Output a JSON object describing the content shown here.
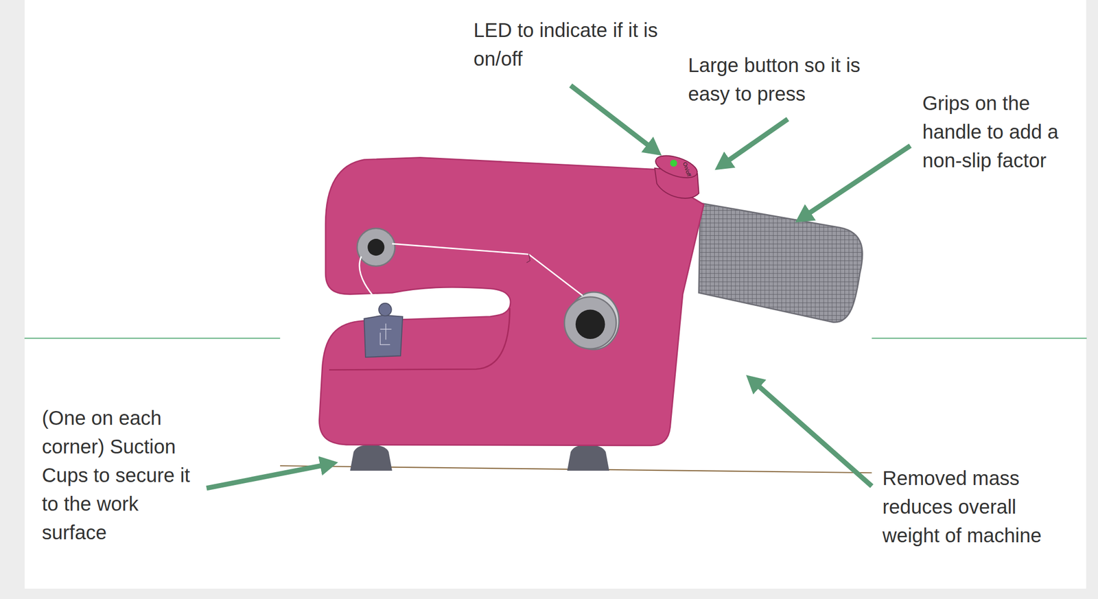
{
  "diagram": {
    "labels": [
      "LED to indicate if it is on/off",
      "Large button so it is easy to press",
      "On/off",
      "Grips on the handle to add a non-slip factor",
      "(One on each corner) Suction Cups to secure it to the work surface",
      "Removed mass reduces overall weight of machine"
    ]
  }
}
